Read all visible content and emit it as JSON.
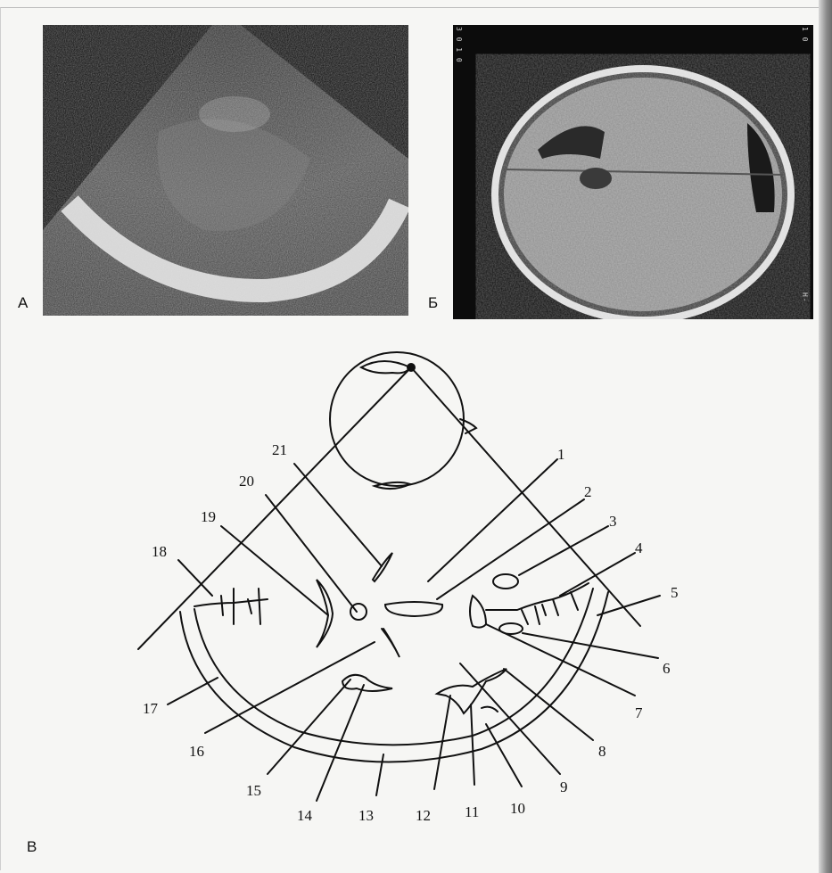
{
  "panels": {
    "a": {
      "letter": "А"
    },
    "b": {
      "letter": "Б"
    },
    "c": {
      "letter": "В"
    }
  },
  "mri_overlay": {
    "top_left": "3 0 1 0",
    "top_right": "1 0",
    "bottom_right": "H-"
  },
  "diagram_labels": [
    "1",
    "2",
    "3",
    "4",
    "5",
    "6",
    "7",
    "8",
    "9",
    "10",
    "11",
    "12",
    "13",
    "14",
    "15",
    "16",
    "17",
    "18",
    "19",
    "20",
    "21"
  ]
}
